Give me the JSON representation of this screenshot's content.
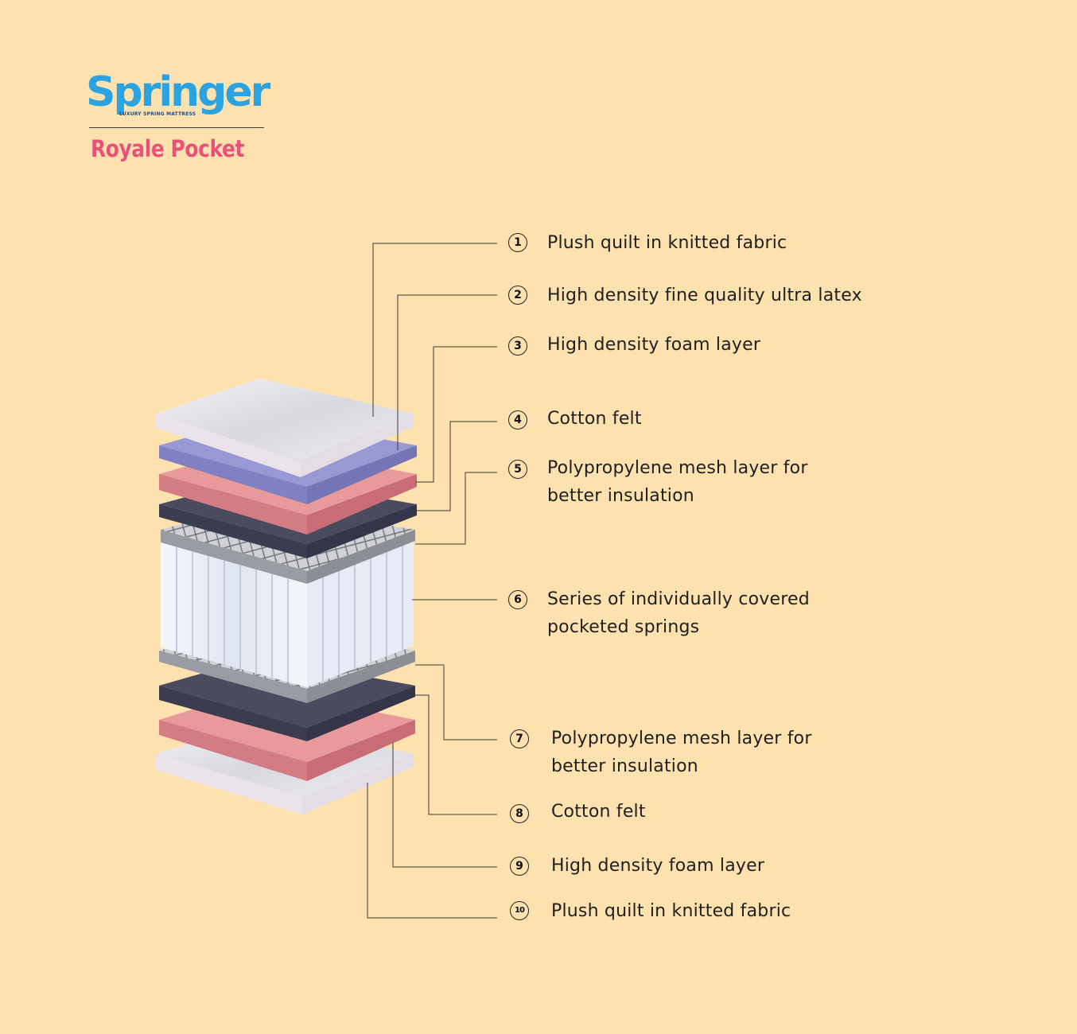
{
  "brand": {
    "name": "Springer",
    "tagline": "LUXURY SPRING MATTRESS",
    "product": "Royale Pocket",
    "colors": {
      "primary": "#2aa3e0",
      "accent": "#e9517a",
      "background": "#fde1ae"
    }
  },
  "layers": [
    {
      "number": "1",
      "text": "Plush quilt in knitted fabric"
    },
    {
      "number": "2",
      "text": "High density fine quality ultra latex"
    },
    {
      "number": "3",
      "text": "High density foam layer"
    },
    {
      "number": "4",
      "text": "Cotton felt"
    },
    {
      "number": "5",
      "text": "Polypropylene mesh layer for better insulation"
    },
    {
      "number": "6",
      "text": "Series of individually covered pocketed springs"
    },
    {
      "number": "7",
      "text": "Polypropylene mesh layer for better insulation"
    },
    {
      "number": "8",
      "text": "Cotton felt"
    },
    {
      "number": "9",
      "text": "High density foam layer"
    },
    {
      "number": "10",
      "text": "Plush quilt in knitted fabric"
    }
  ]
}
